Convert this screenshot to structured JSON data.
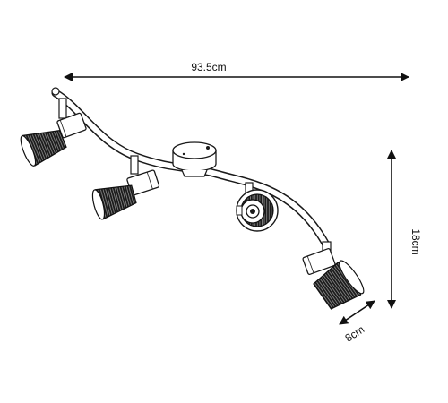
{
  "dimensions": {
    "width": "93.5cm",
    "height": "18cm",
    "depth": "8cm"
  }
}
